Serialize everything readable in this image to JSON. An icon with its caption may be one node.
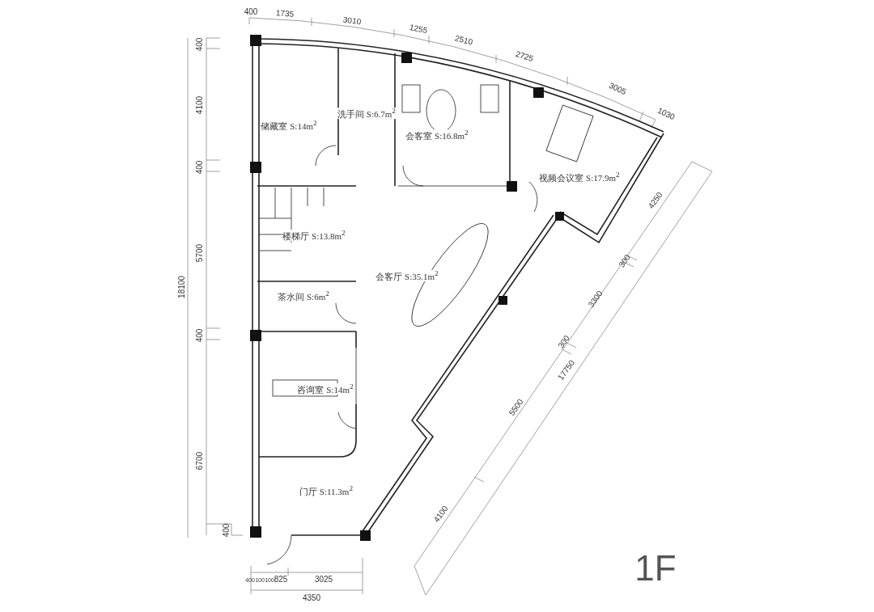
{
  "diagram": {
    "labels": [
      "400",
      "1735",
      "3010",
      "1255",
      "2510",
      "2725",
      "3005",
      "1030",
      "400",
      "4100",
      "400",
      "5700",
      "400",
      "6700",
      "400",
      "18100",
      "储藏室 S:14m$^{2}$",
      "洗手间 S:6.7m$^{2}$",
      "会客室 S:16.8m$^{2}$",
      "视频会议室 S:17.9m$^{2}$",
      "楼梯厅 S:13.8m$^{2}$",
      "会客厅 S:35.1m$^{2}$",
      "茶水间 S:6m$^{2}$",
      "咨询室 S:14m$^{2}$",
      "门厅 S:11.3m$^{2}$",
      "4250",
      "300",
      "3300",
      "300",
      "17750",
      "5500",
      "4100",
      "400",
      "100",
      "100",
      "825",
      "3025",
      "4350",
      "1F"
    ]
  }
}
